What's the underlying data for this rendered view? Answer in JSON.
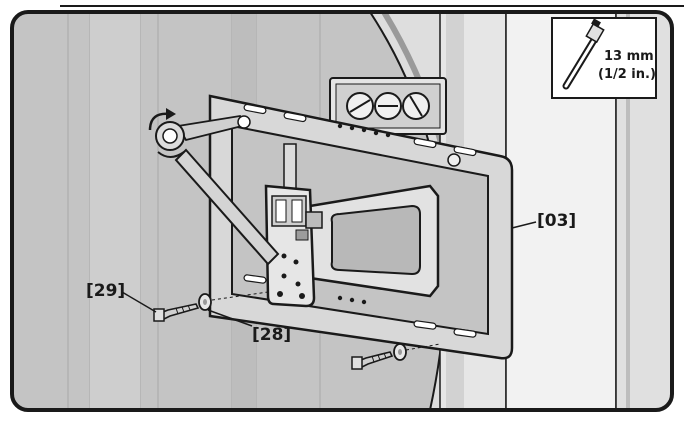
{
  "tool_callout": {
    "icon": "socket-wrench-icon",
    "size_metric": "13 mm",
    "size_imperial": "(1/2 in.)"
  },
  "part_labels": {
    "bracket": "[03]",
    "lag_bolt": "[29]",
    "washer": "[28]"
  },
  "colors": {
    "wall": "#c9c9c9",
    "stud_shade": "#b4b4b4",
    "trim": "#e8e8e8",
    "outline": "#1a1a1a",
    "metal": "#d6d6d6"
  }
}
